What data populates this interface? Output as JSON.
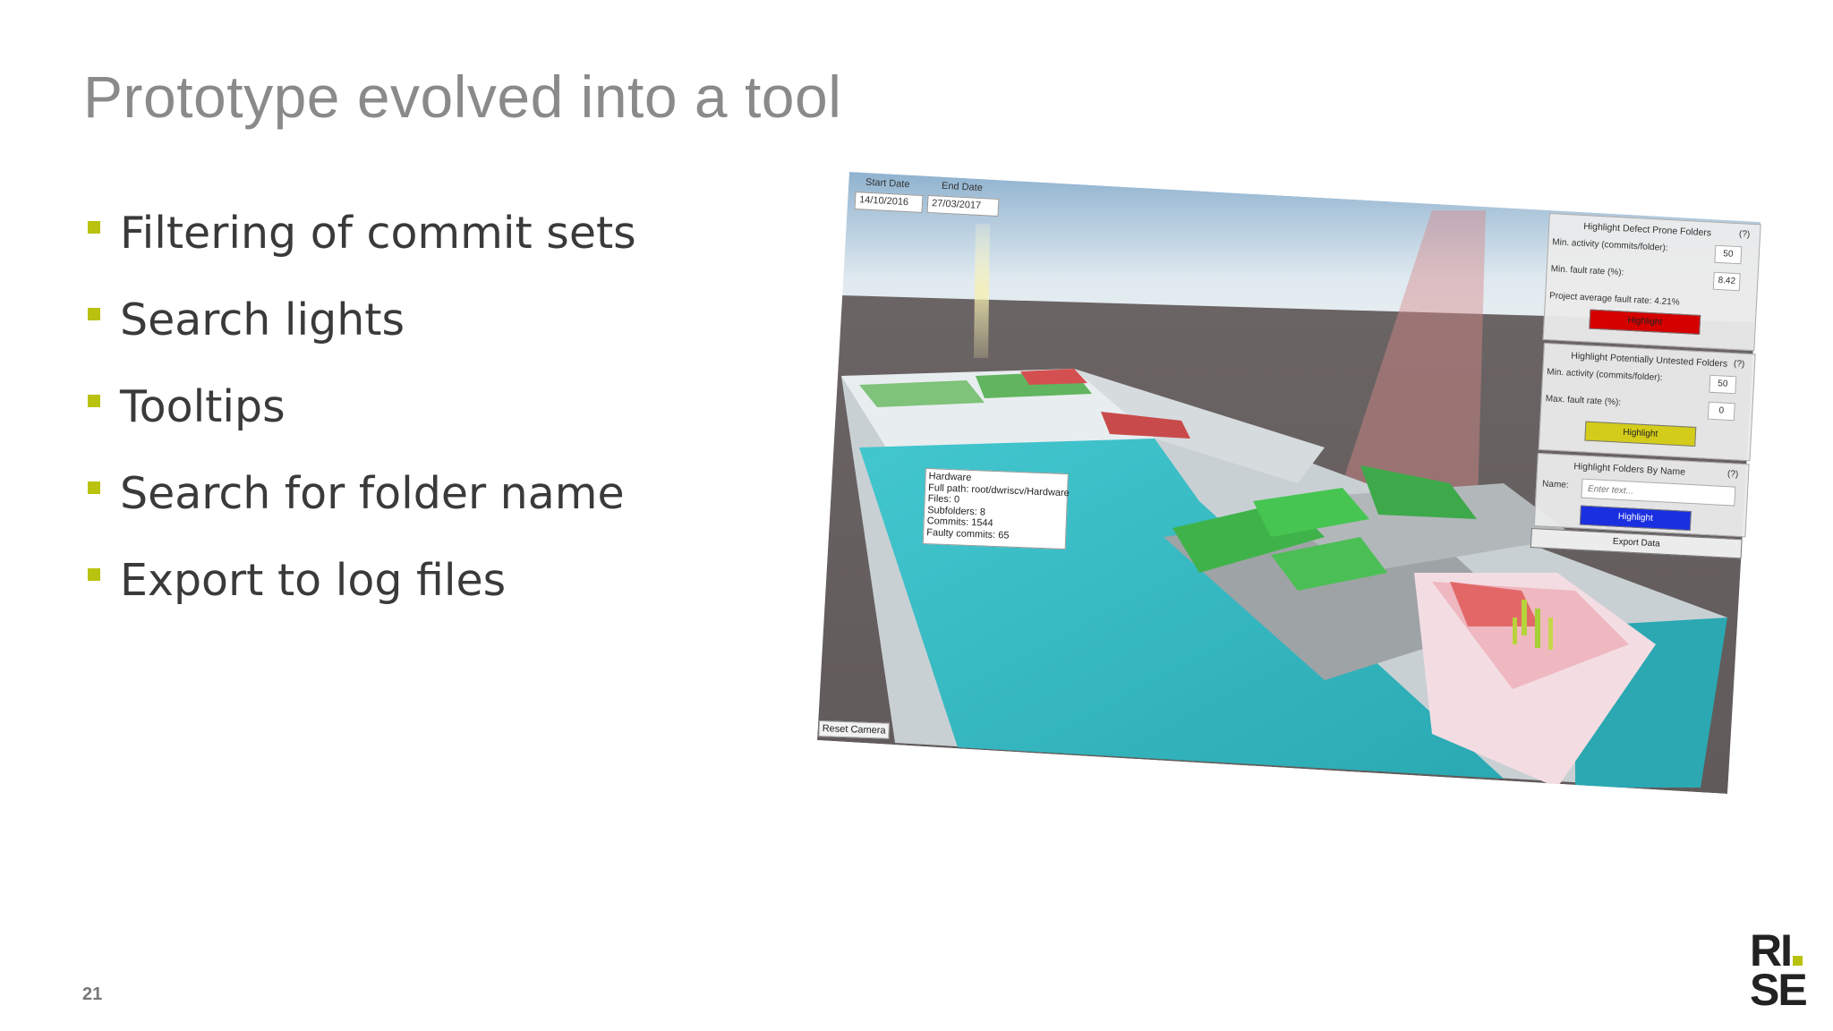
{
  "slide": {
    "title": "Prototype evolved into a tool",
    "bullets": [
      "Filtering of commit sets",
      "Search lights",
      "Tooltips",
      "Search for folder name",
      "Export to log files"
    ],
    "page_number": "21",
    "logo": {
      "line1": "RI",
      "line2": "SE"
    },
    "accent_color": "#b9c20e"
  },
  "tool": {
    "date_filter": {
      "start_label": "Start Date",
      "start_value": "14/10/2016",
      "end_label": "End Date",
      "end_value": "27/03/2017"
    },
    "defect_panel": {
      "title": "Highlight Defect Prone Folders",
      "help": "(?)",
      "min_activity_label": "Min. activity (commits/folder):",
      "min_activity_value": "50",
      "min_fault_label": "Min. fault rate (%):",
      "min_fault_value": "8.42",
      "avg_label": "Project average fault rate: 4.21%",
      "button_label": "Highlight",
      "button_color": "#d50000"
    },
    "untested_panel": {
      "title": "Highlight Potentially Untested Folders",
      "help": "(?)",
      "min_activity_label": "Min. activity (commits/folder):",
      "min_activity_value": "50",
      "max_fault_label": "Max. fault rate (%):",
      "max_fault_value": "0",
      "button_label": "Highlight",
      "button_color": "#d4cc1a"
    },
    "name_panel": {
      "title": "Highlight Folders By Name",
      "help": "(?)",
      "name_label": "Name:",
      "name_placeholder": "Enter text...",
      "button_label": "Highlight",
      "button_color": "#1a2fe0"
    },
    "export_label": "Export Data",
    "tooltip": {
      "lines": [
        "Hardware",
        "Full path: root/dwriscv/Hardware",
        "Files: 0",
        "Subfolders: 8",
        "Commits: 1544",
        "Faulty commits: 65"
      ]
    },
    "reset_camera_label": "Reset Camera"
  }
}
